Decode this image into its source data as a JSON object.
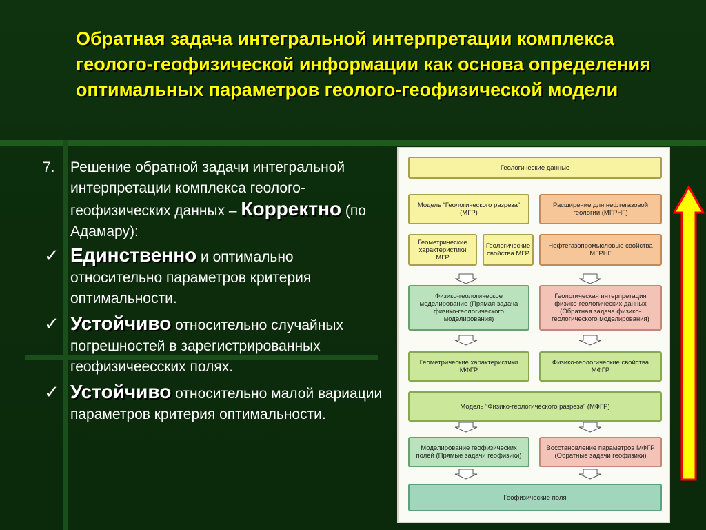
{
  "title": "Обратная задача интегральной интерпретации комплекса геолого-геофизической информации как основа определения оптимальных параметров геолого-геофизической модели",
  "body": {
    "item1": {
      "number": "7.",
      "text_a": "Решение обратной задачи интегральной интерпретации комплекса геолого-геофизических данных – ",
      "emph": "Корректно",
      "text_b": " (по Адамару):"
    },
    "item2": {
      "check": "✓",
      "emph": "Единственно",
      "text": " и оптимально относительно параметров критерия оптимальности."
    },
    "item3": {
      "check": "✓",
      "emph": "Устойчиво",
      "text": " относительно случайных погрешностей в зарегистрированных геофизичеесских полях."
    },
    "item4": {
      "check": "✓",
      "emph": "Устойчиво",
      "text": " относительно малой вариации параметров критерия оптимальности."
    }
  },
  "diagram": {
    "geo_data": "Геологические данные",
    "model_mgr": "Модель “Геологического разреза” (МГР)",
    "extension": "Расширение для нефтегазовой геологии (МГРНГ)",
    "geom_char": "Геометрические характеристики МГР",
    "geo_props": "Геологические свойства МГР",
    "oil_props": "Нефтегазопромысловые свойства МГРНГ",
    "phys_geo_model": "Физико-геологическое моделирование (Прямая задача физико-геологического моделирования)",
    "geo_interp": "Геологическая интерпретация физико-геологических данных (Обратная задача физико-геологического моделирования)",
    "geom_char_mfgr": "Геометрические характеристики МФГР",
    "phys_props_mfgr": "Физико-геологические свойства МФГР",
    "model_mfgr": "Модель “Физико-геологического разреза” (МФГР)",
    "field_model": "Моделирование геофизических полей (Прямые задачи геофизики)",
    "restore": "Восстановление параметров МФГР (Обратные задачи геофизики)",
    "fields": "Геофизические поля"
  },
  "colors": {
    "title": "#ffff00",
    "text": "#ffffff",
    "arrow_fill": "#ffff00",
    "arrow_stroke": "#ff0000"
  }
}
